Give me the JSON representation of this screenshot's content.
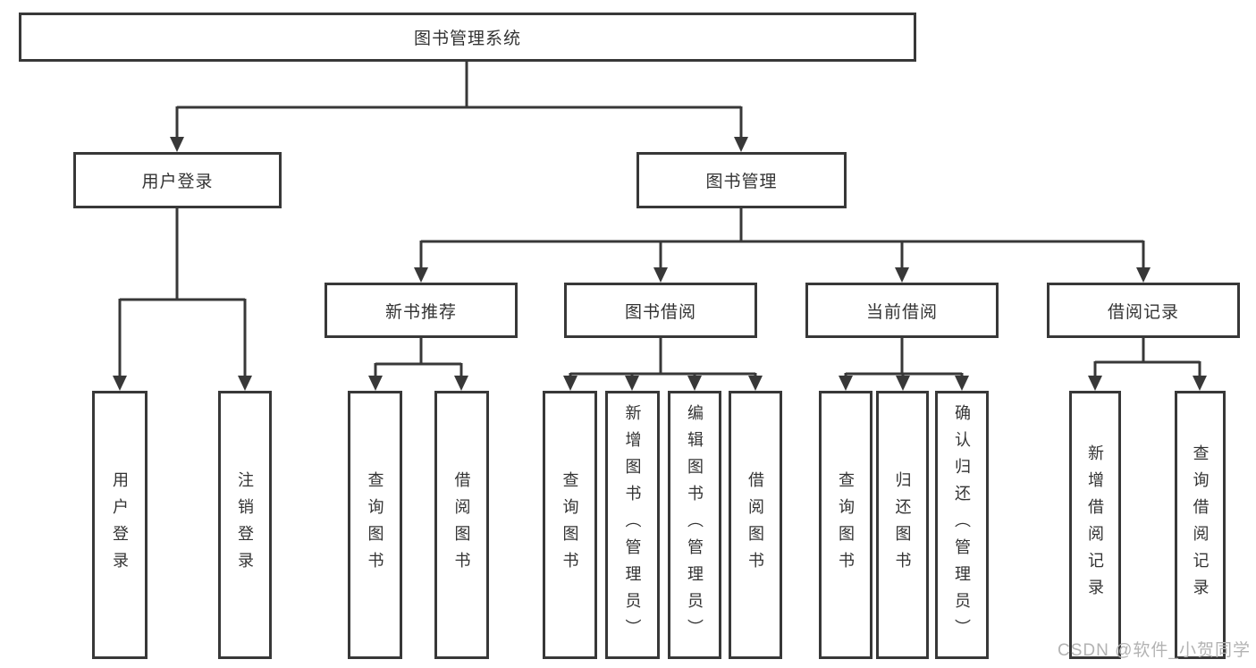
{
  "diagram": {
    "title": "图书管理系统",
    "tree": {
      "root": {
        "label": "图书管理系统"
      },
      "branches": [
        {
          "label": "用户登录",
          "children": [
            {
              "label": "用户登录"
            },
            {
              "label": "注销登录"
            }
          ]
        },
        {
          "label": "图书管理",
          "children": [
            {
              "label": "新书推荐",
              "children": [
                {
                  "label": "查询图书"
                },
                {
                  "label": "借阅图书"
                }
              ]
            },
            {
              "label": "图书借阅",
              "children": [
                {
                  "label": "查询图书"
                },
                {
                  "label": "新增图书（管理员）"
                },
                {
                  "label": "编辑图书（管理员）"
                },
                {
                  "label": "借阅图书"
                }
              ]
            },
            {
              "label": "当前借阅",
              "children": [
                {
                  "label": "查询图书"
                },
                {
                  "label": "归还图书"
                },
                {
                  "label": "确认归还（管理员）"
                }
              ]
            },
            {
              "label": "借阅记录",
              "children": [
                {
                  "label": "新增借阅记录"
                },
                {
                  "label": "查询借阅记录"
                }
              ]
            }
          ]
        }
      ]
    },
    "watermark": {
      "text": "CSDN @软件_小贺同学"
    },
    "colors": {
      "line": "#383838",
      "text": "#333333",
      "background": "#ffffff",
      "watermark": "#b3b3b3"
    }
  }
}
